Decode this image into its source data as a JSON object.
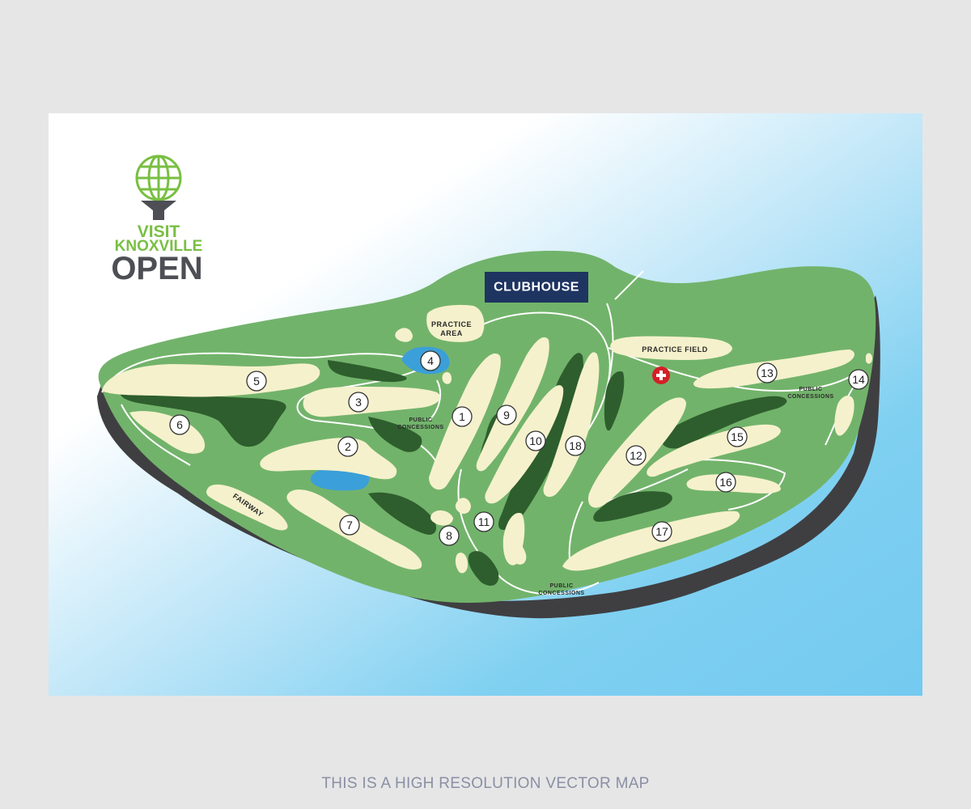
{
  "logo": {
    "line1": "VISIT",
    "line2": "KNOXVILLE",
    "line3": "OPEN",
    "green_color": "#79bf43",
    "gray_color": "#4d4f55"
  },
  "clubhouse": {
    "label": "CLUBHOUSE",
    "color": "#1e3461"
  },
  "areas": {
    "practice_area_line1": "PRACTICE",
    "practice_area_line2": "AREA",
    "practice_field": "PRACTICE FIELD",
    "fairway": "FAIRWAY",
    "concessions_1_line1": "PUBLIC",
    "concessions_1_line2": "CONCESSIONS",
    "concessions_2_line1": "PUBLIC",
    "concessions_2_line2": "CONCESSIONS",
    "concessions_3_line1": "PUBLIC",
    "concessions_3_line2": "CONCESSIONS"
  },
  "holes": [
    "1",
    "2",
    "3",
    "4",
    "5",
    "6",
    "7",
    "8",
    "9",
    "10",
    "11",
    "12",
    "13",
    "14",
    "15",
    "16",
    "17",
    "18"
  ],
  "colors": {
    "water_bg": "#7fd0f1",
    "grass": "#72b36b",
    "shadow": "#3f3f42",
    "fairway": "#f5f1cc",
    "trees": "#2e5e2d",
    "pond": "#3b9fd9",
    "first_aid": "#d32027"
  },
  "first_aid_icon": "first-aid-cross-icon",
  "caption": "THIS IS A HIGH RESOLUTION VECTOR MAP"
}
